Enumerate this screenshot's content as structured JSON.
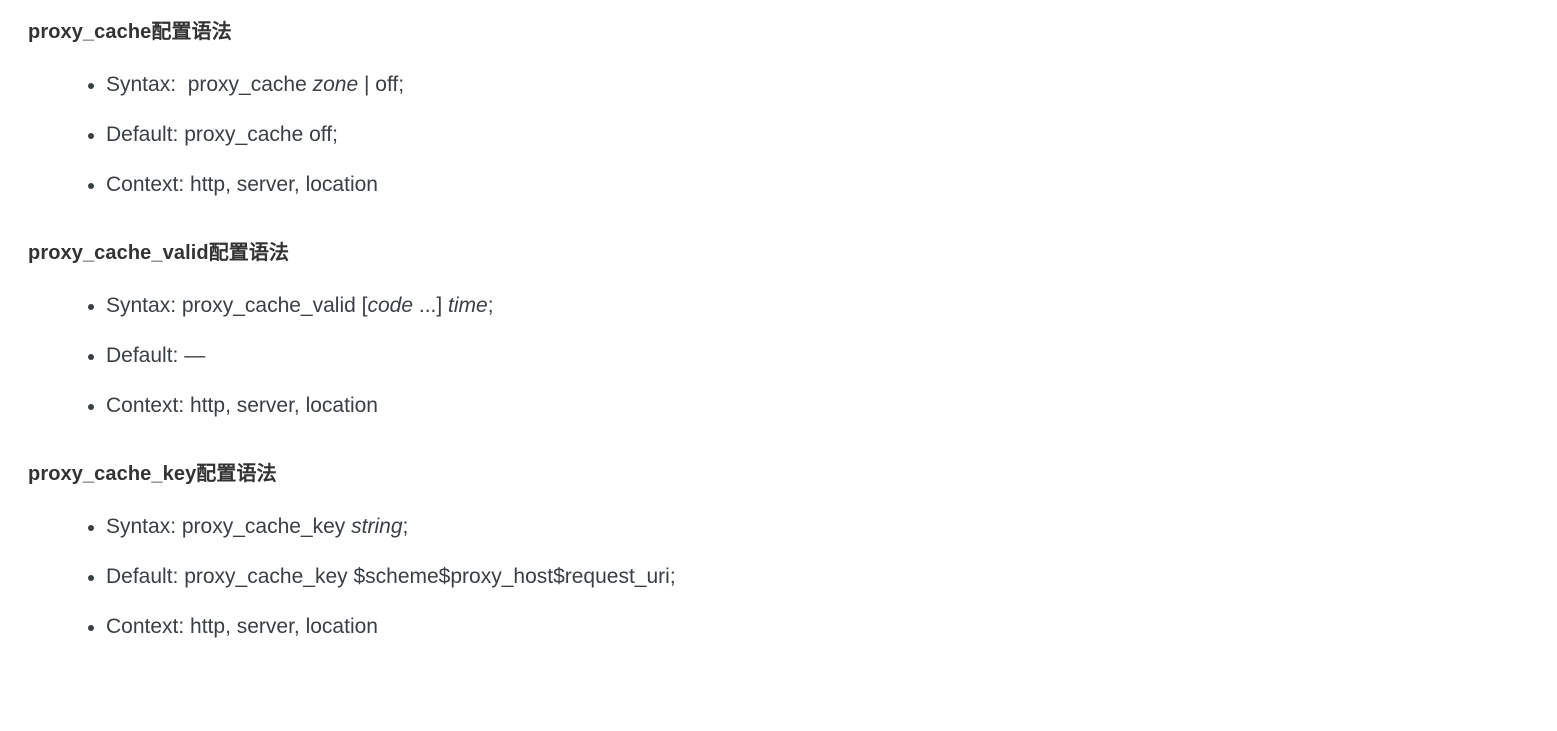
{
  "document": {
    "background_color": "#ffffff",
    "heading_color": "#333333",
    "body_color": "#3a3f44",
    "sections": [
      {
        "heading": "proxy_cache配置语法",
        "items": [
          {
            "label": "Syntax:",
            "parts": [
              {
                "text": "Syntax:  proxy_cache ",
                "style": "normal"
              },
              {
                "text": "zone",
                "style": "italic"
              },
              {
                "text": " | off;",
                "style": "normal"
              }
            ],
            "plain": "Syntax:  proxy_cache zone | off;"
          },
          {
            "label": "Default:",
            "parts": [
              {
                "text": "Default: proxy_cache off;",
                "style": "normal"
              }
            ],
            "plain": "Default: proxy_cache off;"
          },
          {
            "label": "Context:",
            "parts": [
              {
                "text": "Context: http, server, location",
                "style": "normal"
              }
            ],
            "plain": "Context: http, server, location"
          }
        ]
      },
      {
        "heading": "proxy_cache_valid配置语法",
        "items": [
          {
            "label": "Syntax:",
            "parts": [
              {
                "text": "Syntax: proxy_cache_valid [",
                "style": "normal"
              },
              {
                "text": "code",
                "style": "italic"
              },
              {
                "text": " ...] ",
                "style": "normal"
              },
              {
                "text": "time",
                "style": "italic"
              },
              {
                "text": ";",
                "style": "normal"
              }
            ],
            "plain": "Syntax: proxy_cache_valid [code ...] time;"
          },
          {
            "label": "Default:",
            "parts": [
              {
                "text": "Default: —",
                "style": "normal"
              }
            ],
            "plain": "Default: —"
          },
          {
            "label": "Context:",
            "parts": [
              {
                "text": "Context: http, server, location",
                "style": "normal"
              }
            ],
            "plain": "Context: http, server, location"
          }
        ]
      },
      {
        "heading": "proxy_cache_key配置语法",
        "items": [
          {
            "label": "Syntax:",
            "parts": [
              {
                "text": "Syntax: proxy_cache_key ",
                "style": "normal"
              },
              {
                "text": "string",
                "style": "italic"
              },
              {
                "text": ";",
                "style": "normal"
              }
            ],
            "plain": "Syntax: proxy_cache_key string;"
          },
          {
            "label": "Default:",
            "parts": [
              {
                "text": "Default: proxy_cache_key $scheme$proxy_host$request_uri;",
                "style": "normal"
              }
            ],
            "plain": "Default: proxy_cache_key $scheme$proxy_host$request_uri;"
          },
          {
            "label": "Context:",
            "parts": [
              {
                "text": "Context: http, server, location",
                "style": "normal"
              }
            ],
            "plain": "Context: http, server, location"
          }
        ]
      }
    ]
  }
}
